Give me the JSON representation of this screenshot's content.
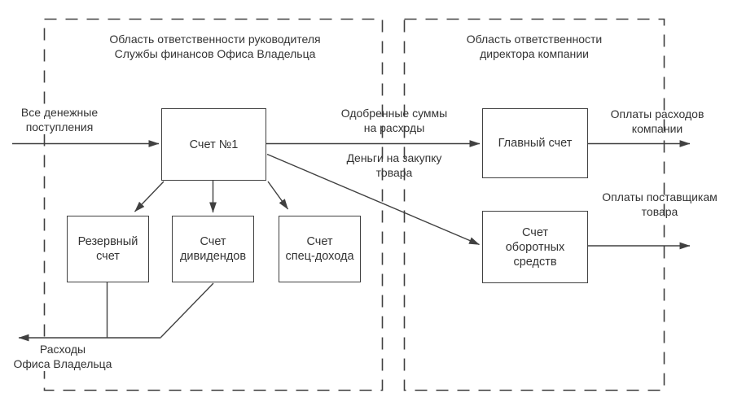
{
  "colors": {
    "line": "#404040",
    "text": "#333333",
    "background": "#ffffff"
  },
  "regions": {
    "left": {
      "title": [
        "Область ответственности руководителя",
        "Службы финансов Офиса Владельца"
      ]
    },
    "right": {
      "title": [
        "Область  ответственности",
        "директора компании"
      ]
    }
  },
  "boxes": {
    "account1": {
      "label": [
        "Счет  №1"
      ]
    },
    "main_account": {
      "label": [
        "Главный  счет"
      ]
    },
    "working_capital": {
      "label": [
        "Счет",
        "оборотных",
        "средств"
      ]
    },
    "reserve": {
      "label": [
        "Резервный",
        "счет"
      ]
    },
    "dividends": {
      "label": [
        "Счет",
        "дивидендов"
      ]
    },
    "special_income": {
      "label": [
        "Счет",
        "спец-дохода"
      ]
    }
  },
  "labels": {
    "income": [
      "Все  денежные",
      "поступления"
    ],
    "approved_sums": [
      "Одобренные суммы",
      "на расходы"
    ],
    "purchase_money": [
      "Деньги  на  закупку",
      "товара"
    ],
    "company_expenses": [
      "Оплаты  расходов",
      "компании"
    ],
    "supplier_payments": [
      "Оплаты поставщикам",
      "товара"
    ],
    "owner_office_expenses": [
      "Расходы",
      "Офиса Владельца"
    ]
  }
}
